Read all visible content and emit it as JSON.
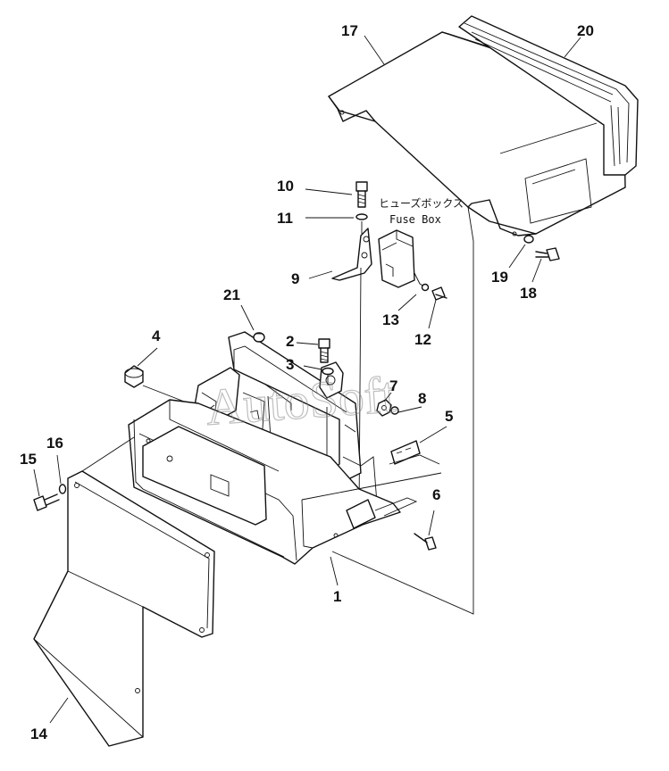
{
  "diagram": {
    "callouts": {
      "c1": "1",
      "c2": "2",
      "c3": "3",
      "c4": "4",
      "c5": "5",
      "c6": "6",
      "c7": "7",
      "c8": "8",
      "c9": "9",
      "c10": "10",
      "c11": "11",
      "c12": "12",
      "c13": "13",
      "c14": "14",
      "c15": "15",
      "c16": "16",
      "c17": "17",
      "c18": "18",
      "c19": "19",
      "c20": "20",
      "c21": "21"
    },
    "fuse_box_label_jp": "ヒューズボックス",
    "fuse_box_label_en": "Fuse Box",
    "watermark": "AutoSoft"
  }
}
